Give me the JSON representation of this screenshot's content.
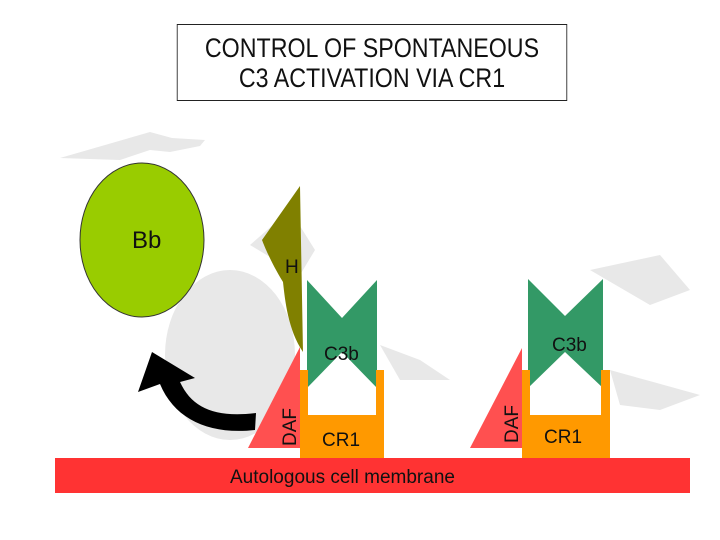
{
  "title": {
    "line1": "CONTROL OF SPONTANEOUS",
    "line2": "C3 ACTIVATION VIA CR1"
  },
  "labels": {
    "bb": "Bb",
    "h": "H",
    "c3b_left": "C3b",
    "c3b_right": "C3b",
    "daf_left": "DAF",
    "daf_right": "DAF",
    "cr1_left": "CR1",
    "cr1_right": "CR1",
    "membrane": "Autologous cell membrane"
  },
  "colors": {
    "bb_fill": "#99cc00",
    "h_fill": "#808000",
    "c3b_fill": "#339966",
    "daf_fill": "#ff5050",
    "cr1_fill": "#ff9900",
    "membrane_fill": "#ff3333",
    "shadow": "#e6e6e6",
    "arrow": "#000000"
  }
}
